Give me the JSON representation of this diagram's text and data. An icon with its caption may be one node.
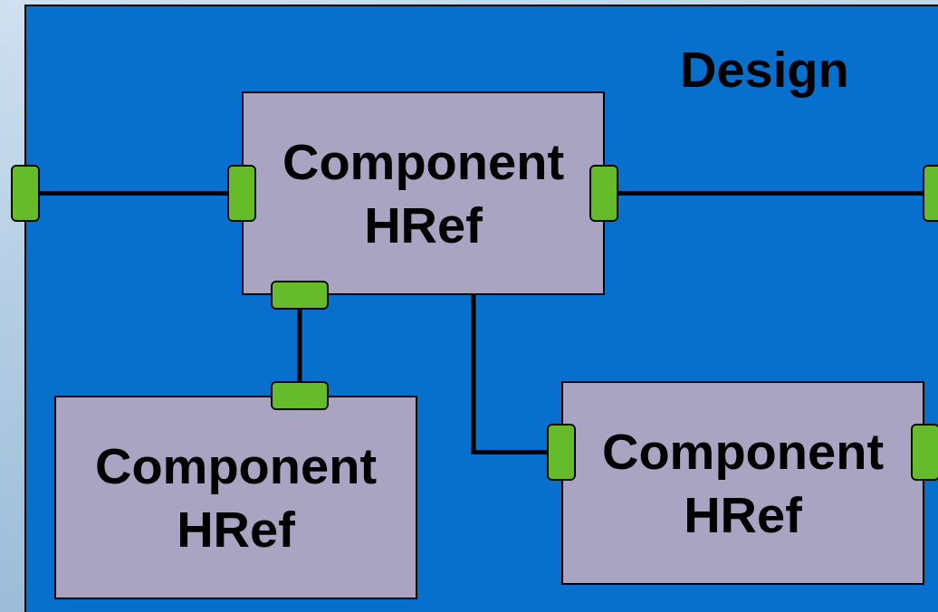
{
  "diagram": {
    "nodes": [
      {
        "text": [
          "Design"
        ]
      },
      {
        "text": [
          "Component HRef"
        ],
        "in": 0
      },
      {
        "text": [
          "Component HRef"
        ],
        "in": 0
      },
      {
        "text": [
          "Component HRef"
        ],
        "in": 0
      },
      {
        "text": [],
        "shape": "box"
      },
      {
        "text": [],
        "shape": "box",
        "in": 0
      },
      {
        "text": [],
        "shape": "box",
        "in": 0
      },
      {
        "text": [],
        "shape": "box"
      },
      {
        "text": [],
        "shape": "box",
        "in": 0
      },
      {
        "text": [],
        "shape": "box",
        "in": 0
      },
      {
        "text": [],
        "shape": "box",
        "in": 0
      },
      {
        "text": [],
        "shape": "box",
        "in": 0
      }
    ],
    "edges": [
      {
        "from": 4,
        "to": 5,
        "arrow": "none"
      },
      {
        "from": 6,
        "to": 7,
        "arrow": "none"
      },
      {
        "from": 8,
        "to": 9,
        "arrow": "none"
      },
      {
        "from": 1,
        "to": 10,
        "arrow": "none"
      }
    ]
  }
}
